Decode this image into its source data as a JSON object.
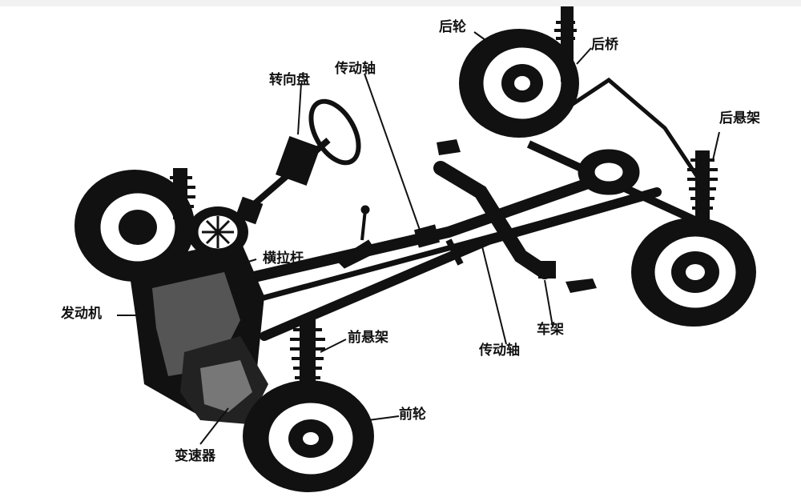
{
  "labels": {
    "rear_wheel": "后轮",
    "rear_axle": "后桥",
    "drive_shaft_top": "传动轴",
    "steering_wheel": "转向盘",
    "rear_suspension": "后悬架",
    "tie_rod": "横拉杆",
    "engine": "发动机",
    "front_suspension": "前悬架",
    "drive_shaft_bottom": "传动轴",
    "frame": "车架",
    "front_wheel": "前轮",
    "transmission": "变速器"
  },
  "colors": {
    "ink": "#111111",
    "background": "#ffffff"
  }
}
